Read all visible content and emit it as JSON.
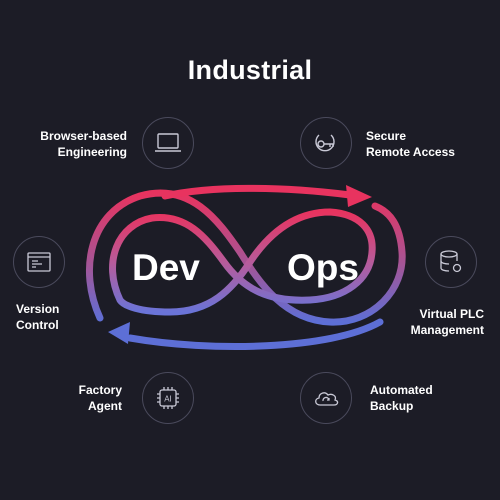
{
  "title": "Industrial",
  "center": {
    "left_word": "Dev",
    "right_word": "Ops"
  },
  "features": [
    {
      "lines": [
        "Browser-based",
        "Engineering"
      ],
      "icon": "laptop-icon"
    },
    {
      "lines": [
        "Secure",
        "Remote Access"
      ],
      "icon": "key-icon"
    },
    {
      "lines": [
        "Version",
        "Control"
      ],
      "icon": "code-window-icon"
    },
    {
      "lines": [
        "Virtual PLC",
        "Management"
      ],
      "icon": "database-gear-icon"
    },
    {
      "lines": [
        "Factory",
        "Agent"
      ],
      "icon": "ai-chip-icon"
    },
    {
      "lines": [
        "Automated",
        "Backup"
      ],
      "icon": "cloud-sync-icon"
    }
  ],
  "colors": {
    "background": "#1c1c26",
    "gradient_start": "#e8335f",
    "gradient_end": "#5d6fd6",
    "icon_border": "#4a4a5c",
    "icon_stroke": "#c9c9d6"
  }
}
